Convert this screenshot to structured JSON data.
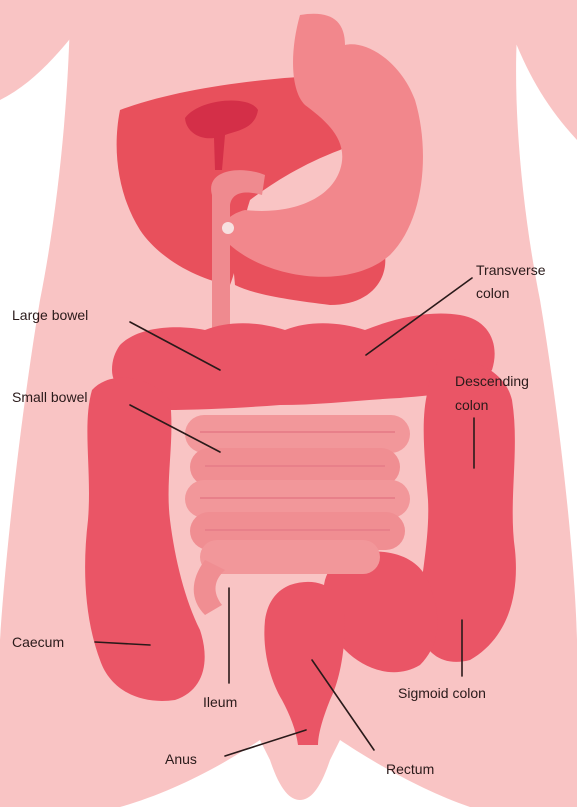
{
  "diagram": {
    "labels": {
      "transverse_colon_1": "Transverse",
      "transverse_colon_2": "colon",
      "large_bowel": "Large bowel",
      "small_bowel": "Small bowel",
      "descending_colon_1": "Descending",
      "descending_colon_2": "colon",
      "caecum": "Caecum",
      "ileum": "Ileum",
      "sigmoid_colon": "Sigmoid colon",
      "anus": "Anus",
      "rectum": "Rectum"
    },
    "colors": {
      "skin": "#f9c4c4",
      "skin_edge": "#f3aeb0",
      "liver": "#e8505c",
      "stomach": "#f2878c",
      "colon": "#ea5566",
      "small_bowel": "#f2979a",
      "label_text": "#2a1a1a"
    }
  }
}
